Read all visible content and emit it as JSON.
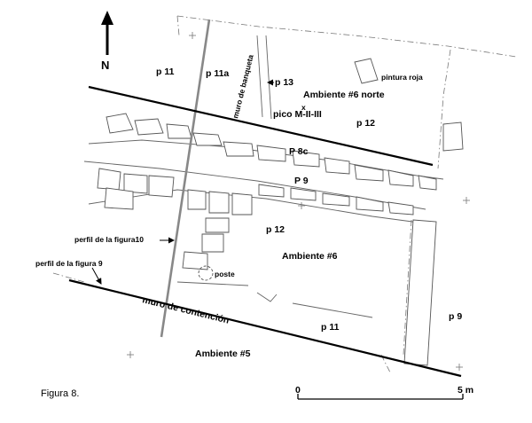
{
  "north_label": "N",
  "caption": "Figura 8.",
  "scale": {
    "start": "0",
    "end": "5 m"
  },
  "labels": {
    "p11_top": "p 11",
    "p11a": "p 11a",
    "muro_banqueta": "muro de banqueta",
    "p13": "p 13",
    "pintura_roja": "pintura roja",
    "ambiente6_norte": "Ambiente #6 norte",
    "x_mark": "x",
    "pico": "pico M-II-III",
    "p12_top": "p 12",
    "p8c": "P 8c",
    "p9_mid": "P 9",
    "perfil10": "perfil de la figura10",
    "p12_mid": "p 12",
    "ambiente6": "Ambiente #6",
    "perfil9": "perfil de la figura 9",
    "poste": "poste",
    "muro_contencion": "muro de contención",
    "p11_low": "p 11",
    "p9_right": "p 9",
    "ambiente5": "Ambiente #5"
  }
}
